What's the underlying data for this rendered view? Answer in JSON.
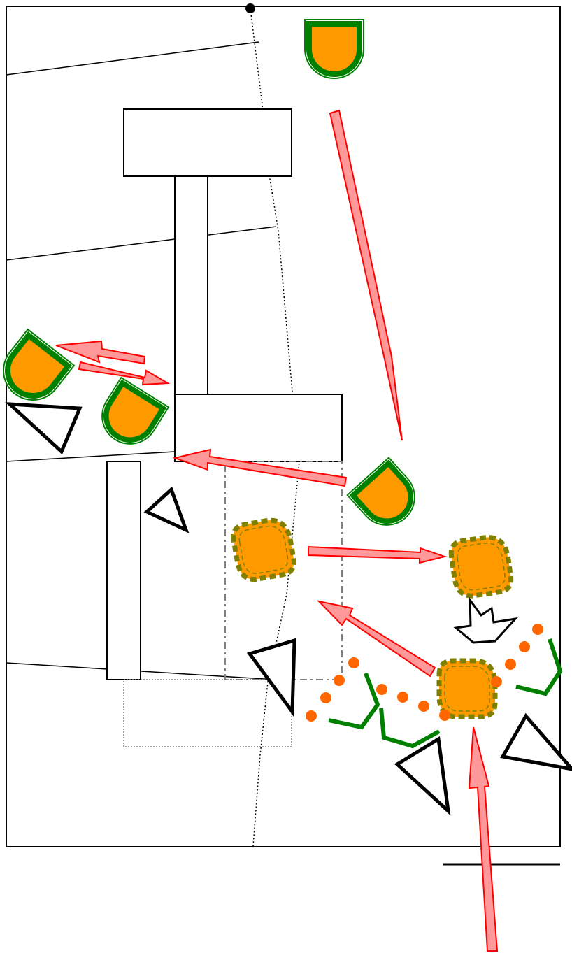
{
  "diagram": {
    "kind": "tactical-sketch",
    "colors": {
      "unit_fill": "#FF9900",
      "unit_border": "#008000",
      "dashed_unit_border": "#808000",
      "arrow_fill": "#FF9999",
      "arrow_stroke": "#FF0000",
      "dots": "#FF6600",
      "zigzag": "#008000",
      "line": "#000000",
      "dashed_area": "#808080"
    },
    "symbols": [
      "friendly-unit-shield",
      "dashed-unit-blob",
      "movement-arrow",
      "triangle-marker",
      "burst-marker",
      "dotted-boundary",
      "zigzag-obstacle"
    ]
  }
}
